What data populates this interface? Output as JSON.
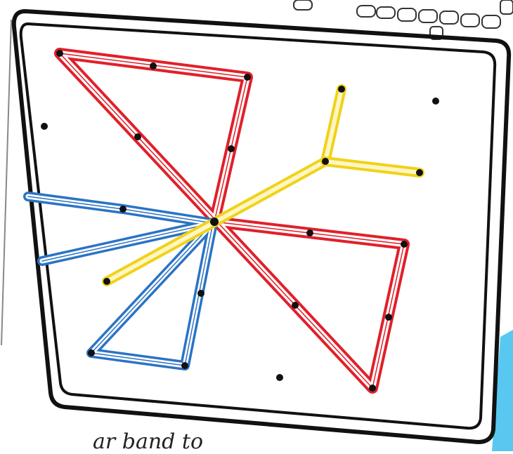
{
  "colors": {
    "paper": "#ffffff",
    "ink": "#111111",
    "red_band": "#e0202a",
    "blue_band": "#2b73c4",
    "yellow_band": "#f0d21a",
    "peg": "#111111",
    "cyan_corner": "#58c8f0"
  },
  "handwriting": {
    "text": "ar band to"
  },
  "bands": [
    {
      "name": "red-band",
      "color": "red"
    },
    {
      "name": "blue-band",
      "color": "blue"
    },
    {
      "name": "yellow-band",
      "color": "yellow"
    }
  ]
}
